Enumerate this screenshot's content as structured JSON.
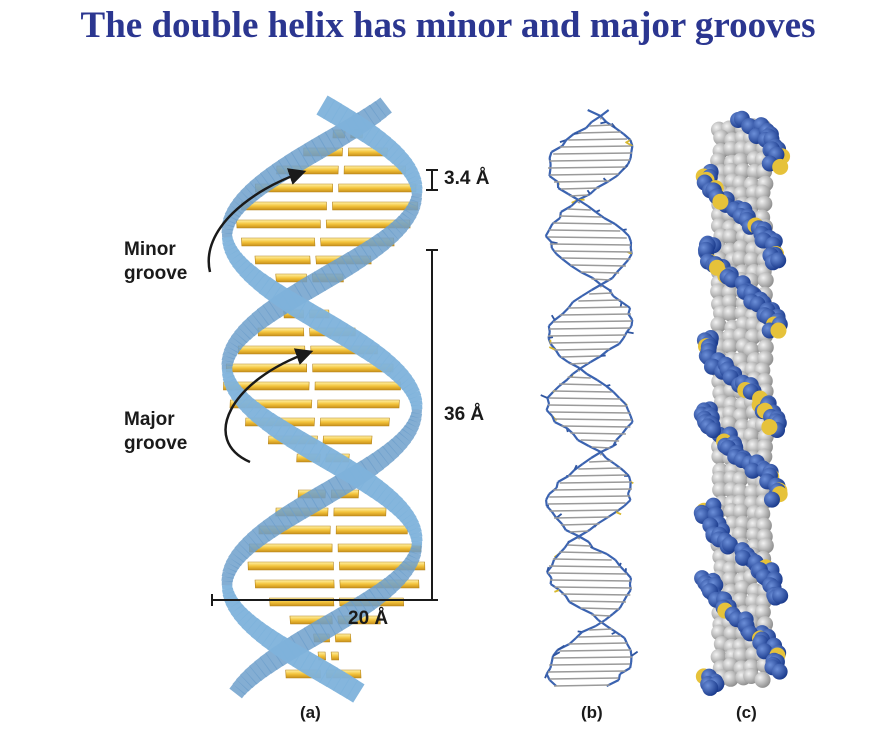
{
  "title": "The double helix has minor and major grooves",
  "labels": {
    "minor_groove_line1": "Minor",
    "minor_groove_line2": "groove",
    "major_groove_line1": "Major",
    "major_groove_line2": "groove",
    "rise": "3.4 Å",
    "pitch": "36 Å",
    "width": "20 Å"
  },
  "panels": {
    "a": "(a)",
    "b": "(b)",
    "c": "(c)"
  },
  "colors": {
    "title": "#2b3690",
    "backbone_ribbon": "#7fb3dc",
    "base_pair": "#f3c43c",
    "stick_backbone": "#3b63b0",
    "atom_blue": "#2450a8",
    "atom_gray": "#c8c8c8",
    "atom_yellow": "#e6c23a"
  }
}
